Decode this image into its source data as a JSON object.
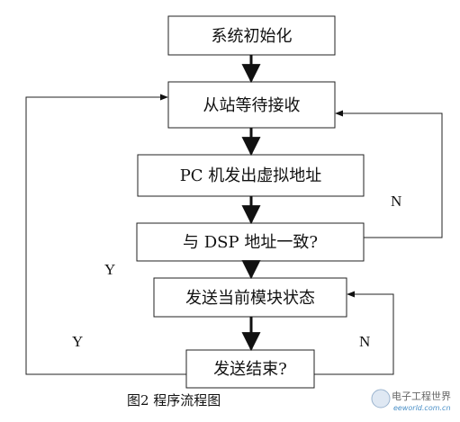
{
  "nodes": {
    "init": "系统初始化",
    "wait": "从站等待接收",
    "send_addr": "PC 机发出虚拟地址",
    "match": "与 DSP 地址一致?",
    "send_state": "发送当前模块状态",
    "done": "发送结束?"
  },
  "edges": {
    "match_no": "N",
    "match_yes": "Y",
    "done_yes": "Y",
    "done_no": "N"
  },
  "caption": "图2  程序流程图",
  "watermark": {
    "brand": "电子工程世界",
    "url": "eeworld.com.cn"
  }
}
